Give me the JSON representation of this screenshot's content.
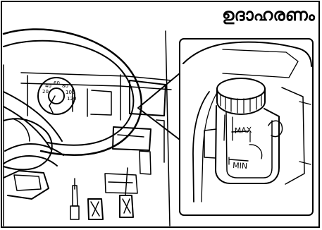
{
  "header": {
    "example_label": "ഉദാഹരണം"
  },
  "dashboard": {
    "gauge_ticks": [
      "40",
      "60",
      "80",
      "20",
      "100",
      "120"
    ]
  },
  "reservoir": {
    "max_label": "MAX",
    "min_label": "MIN"
  },
  "colors": {
    "line": "#000000",
    "background": "#ffffff"
  }
}
